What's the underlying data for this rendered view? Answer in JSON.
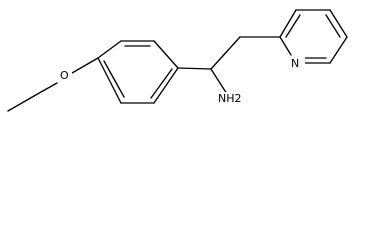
{
  "molecule": {
    "labels": {
      "oxygen": "O",
      "amine": "NH2",
      "nitrogen": "N"
    },
    "colors": {
      "bond": "#000000",
      "background": "#ffffff"
    }
  }
}
